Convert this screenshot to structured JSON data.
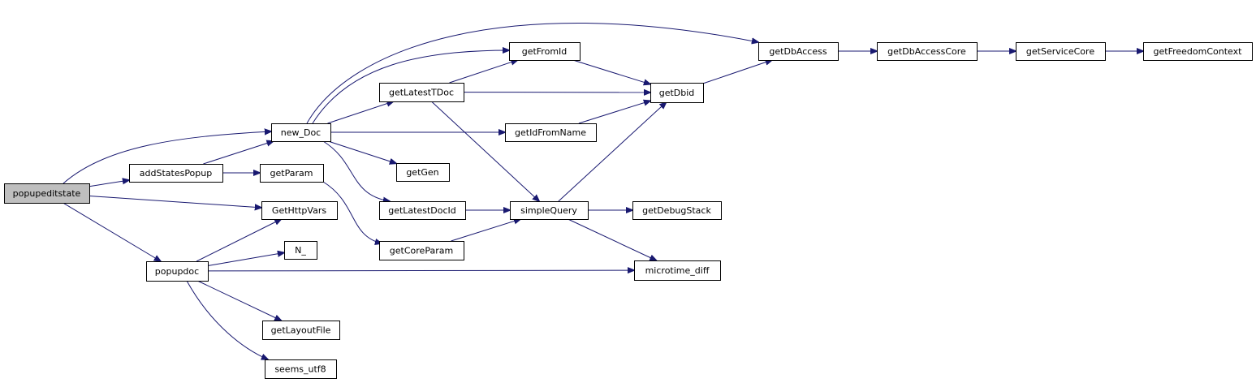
{
  "diagram": {
    "type": "call-graph",
    "edge_color": "#191970",
    "root_fill": "#bfbfbf",
    "nodes": [
      {
        "id": "popupeditstate",
        "label": "popupeditstate",
        "root": true
      },
      {
        "id": "addStatesPopup",
        "label": "addStatesPopup"
      },
      {
        "id": "new_Doc",
        "label": "new_Doc"
      },
      {
        "id": "getParam",
        "label": "getParam"
      },
      {
        "id": "GetHttpVars",
        "label": "GetHttpVars"
      },
      {
        "id": "popupdoc",
        "label": "popupdoc"
      },
      {
        "id": "N_",
        "label": "N_"
      },
      {
        "id": "getLayoutFile",
        "label": "getLayoutFile"
      },
      {
        "id": "seems_utf8",
        "label": "seems_utf8"
      },
      {
        "id": "getFromId",
        "label": "getFromId"
      },
      {
        "id": "getLatestTDoc",
        "label": "getLatestTDoc"
      },
      {
        "id": "getGen",
        "label": "getGen"
      },
      {
        "id": "getLatestDocId",
        "label": "getLatestDocId"
      },
      {
        "id": "getCoreParam",
        "label": "getCoreParam"
      },
      {
        "id": "getIdFromName",
        "label": "getIdFromName"
      },
      {
        "id": "simpleQuery",
        "label": "simpleQuery"
      },
      {
        "id": "getDbid",
        "label": "getDbid"
      },
      {
        "id": "getDebugStack",
        "label": "getDebugStack"
      },
      {
        "id": "microtime_diff",
        "label": "microtime_diff"
      },
      {
        "id": "getDbAccess",
        "label": "getDbAccess"
      },
      {
        "id": "getDbAccessCore",
        "label": "getDbAccessCore"
      },
      {
        "id": "getServiceCore",
        "label": "getServiceCore"
      },
      {
        "id": "getFreedomContext",
        "label": "getFreedomContext"
      }
    ],
    "edges": [
      {
        "from": "popupeditstate",
        "to": "new_Doc"
      },
      {
        "from": "popupeditstate",
        "to": "addStatesPopup"
      },
      {
        "from": "popupeditstate",
        "to": "GetHttpVars"
      },
      {
        "from": "popupeditstate",
        "to": "popupdoc"
      },
      {
        "from": "addStatesPopup",
        "to": "new_Doc"
      },
      {
        "from": "addStatesPopup",
        "to": "getParam"
      },
      {
        "from": "popupdoc",
        "to": "GetHttpVars"
      },
      {
        "from": "popupdoc",
        "to": "N_"
      },
      {
        "from": "popupdoc",
        "to": "microtime_diff"
      },
      {
        "from": "popupdoc",
        "to": "getLayoutFile"
      },
      {
        "from": "popupdoc",
        "to": "seems_utf8"
      },
      {
        "from": "getParam",
        "to": "getCoreParam"
      },
      {
        "from": "new_Doc",
        "to": "getDbAccess"
      },
      {
        "from": "new_Doc",
        "to": "getFromId"
      },
      {
        "from": "new_Doc",
        "to": "getLatestTDoc"
      },
      {
        "from": "new_Doc",
        "to": "getIdFromName"
      },
      {
        "from": "new_Doc",
        "to": "getGen"
      },
      {
        "from": "new_Doc",
        "to": "getLatestDocId"
      },
      {
        "from": "getLatestTDoc",
        "to": "getFromId"
      },
      {
        "from": "getLatestTDoc",
        "to": "getDbid"
      },
      {
        "from": "getLatestTDoc",
        "to": "simpleQuery"
      },
      {
        "from": "getFromId",
        "to": "getDbid"
      },
      {
        "from": "getIdFromName",
        "to": "getDbid"
      },
      {
        "from": "getLatestDocId",
        "to": "simpleQuery"
      },
      {
        "from": "getCoreParam",
        "to": "simpleQuery"
      },
      {
        "from": "simpleQuery",
        "to": "getDbid"
      },
      {
        "from": "simpleQuery",
        "to": "getDebugStack"
      },
      {
        "from": "simpleQuery",
        "to": "microtime_diff"
      },
      {
        "from": "getDbid",
        "to": "getDbAccess"
      },
      {
        "from": "getDbAccess",
        "to": "getDbAccessCore"
      },
      {
        "from": "getDbAccessCore",
        "to": "getServiceCore"
      },
      {
        "from": "getServiceCore",
        "to": "getFreedomContext"
      }
    ]
  }
}
